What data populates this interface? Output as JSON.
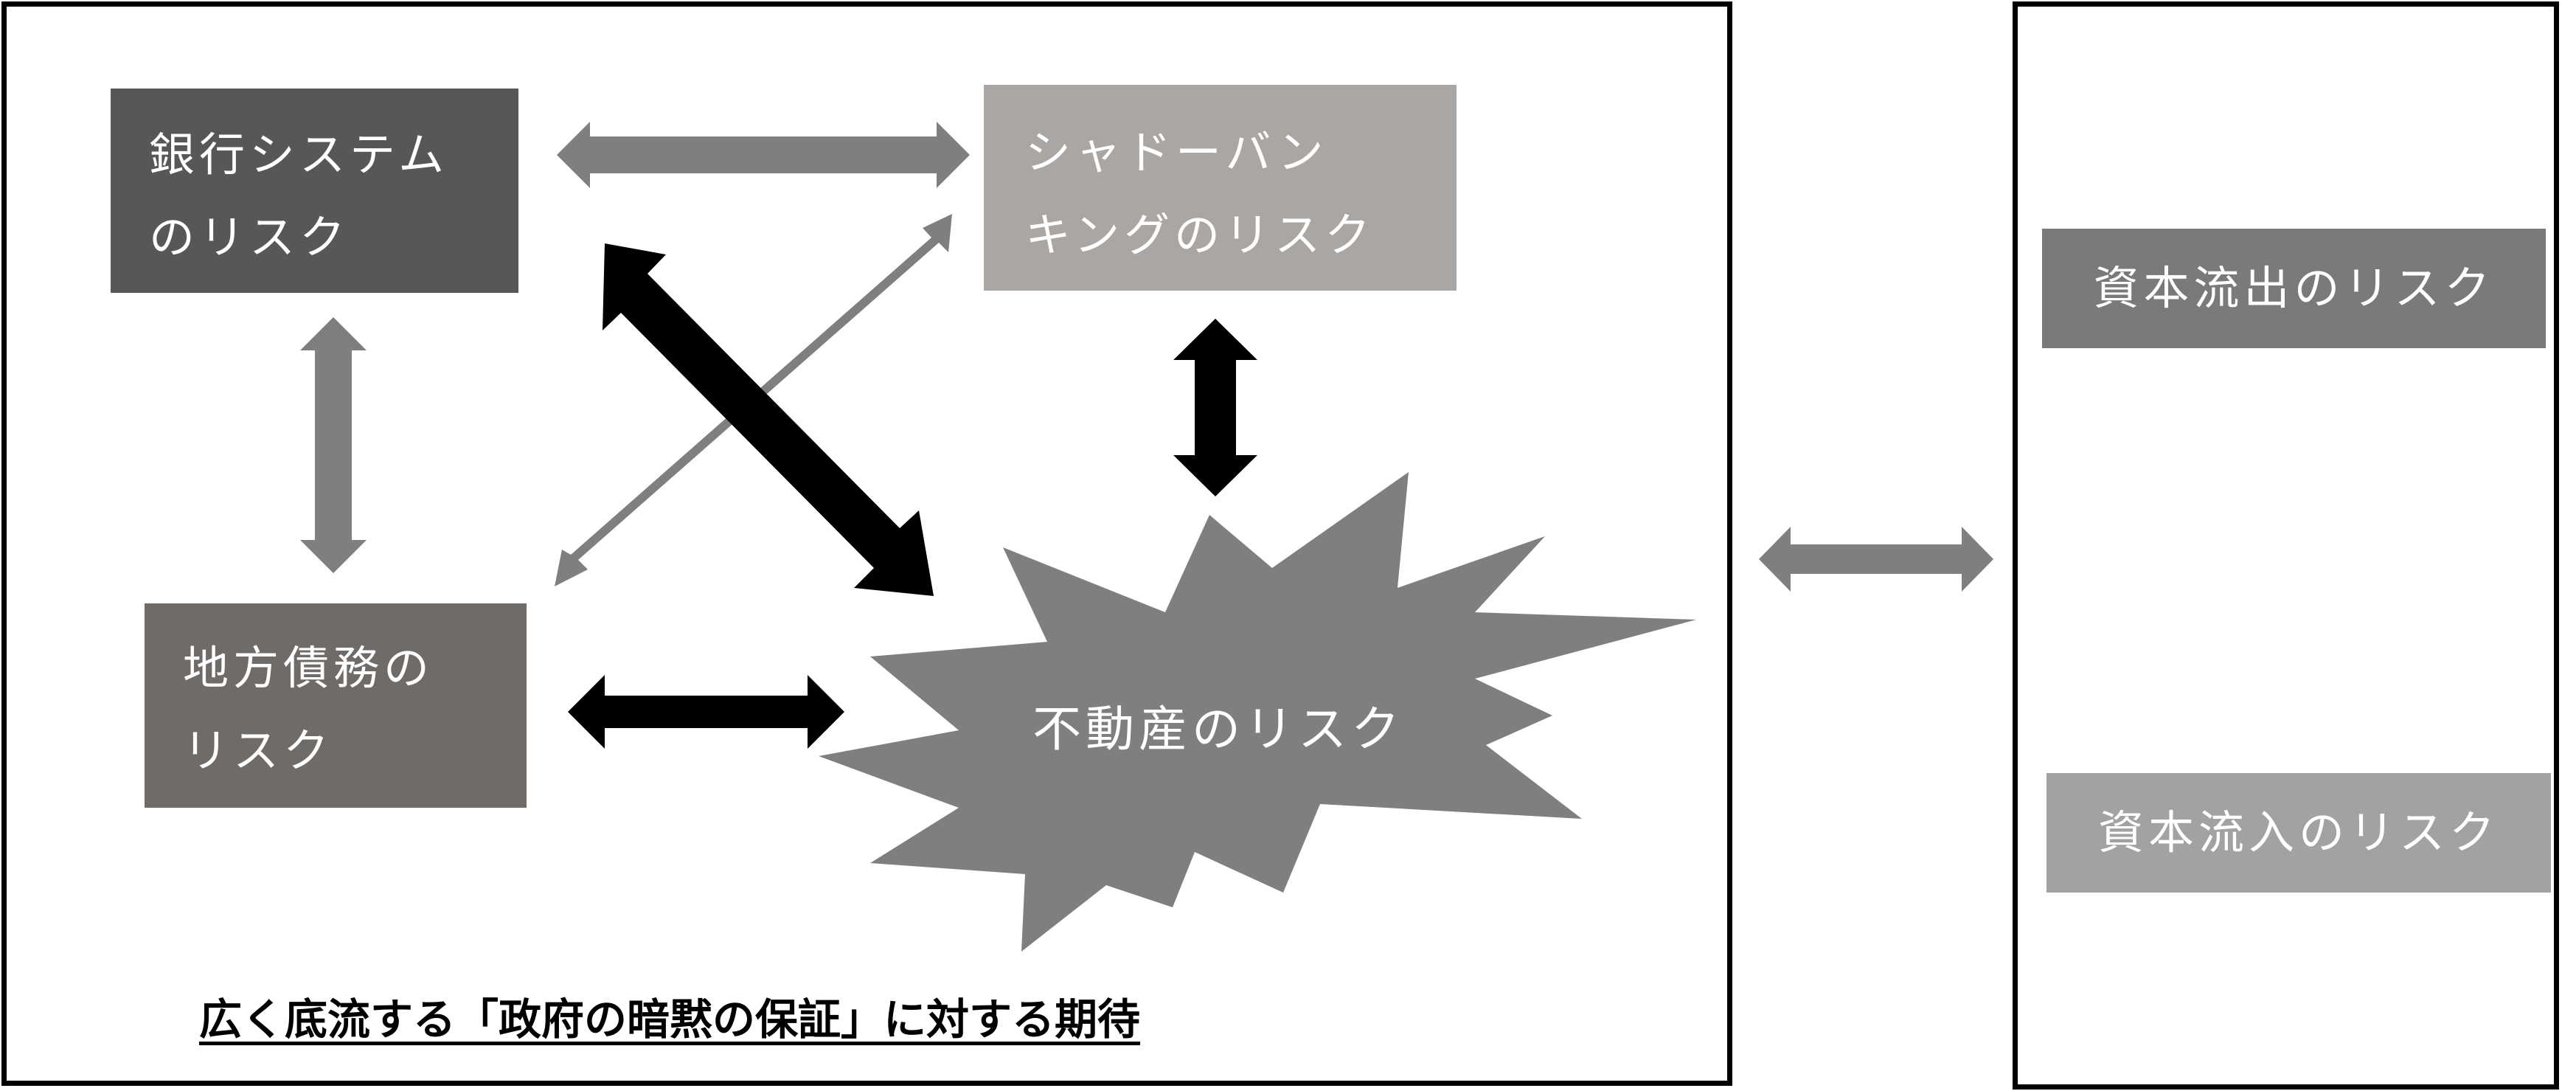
{
  "boxes": {
    "bank": {
      "line1": "銀行システム",
      "line2": "のリスク"
    },
    "shadow_banking": {
      "line1": "シャドーバン",
      "line2": "キングのリスク"
    },
    "local_debt": {
      "line1": "地方債務の",
      "line2": "リスク"
    },
    "property": {
      "label": "不動産のリスク"
    },
    "capital_outflow": {
      "label": "資本流出のリスク"
    },
    "capital_inflow": {
      "label": "資本流入のリスク"
    }
  },
  "caption": "広く底流する「政府の暗黙の保証」に対する期待",
  "colors": {
    "bank_box": "#575757",
    "shadow_box": "#aaa6a4",
    "local_box": "#6f6b69",
    "property_burst": "#7f7f7f",
    "outflow_box": "#7a7a7a",
    "inflow_box": "#a2a2a2",
    "arrow_gray": "#7f7f7f",
    "arrow_black": "#000000"
  }
}
